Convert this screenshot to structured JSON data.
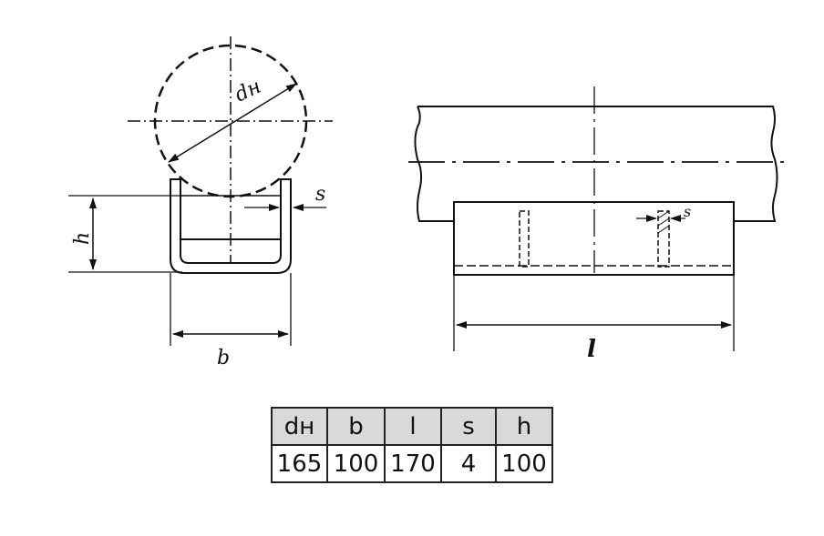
{
  "drawing": {
    "cross_section": {
      "diameter_label": "dн",
      "height_label": "h",
      "thickness_label": "s",
      "width_label": "b"
    },
    "side_view": {
      "length_label": "l",
      "thickness_label": "s"
    }
  },
  "table": {
    "headers": [
      "dн",
      "b",
      "l",
      "s",
      "h"
    ],
    "values": [
      "165",
      "100",
      "170",
      "4",
      "100"
    ]
  }
}
